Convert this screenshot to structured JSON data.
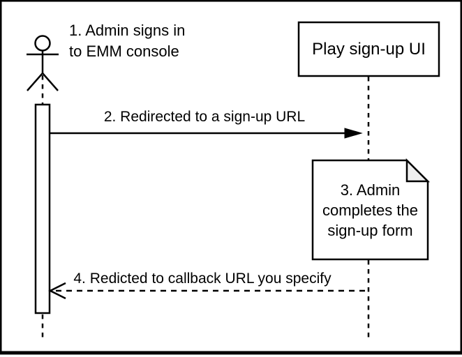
{
  "diagram_type": "uml-sequence-diagram",
  "labels": {
    "step1": "1. Admin signs in\nto EMM console",
    "msg2": "2. Redirected to a sign-up URL",
    "participant": "Play sign-up UI",
    "note3": "3. Admin\ncompletes the\nsign-up form",
    "msg4": "4. Redicted to callback URL you specify"
  },
  "icons": {
    "actor": "actor-stick-figure-icon",
    "arrow_solid": "filled-arrowhead-icon",
    "arrow_open": "open-chevron-arrowhead-icon"
  },
  "colors": {
    "stroke": "#000000",
    "background": "#ffffff",
    "note_fill": "#ffffff",
    "note_fold": "#eeeeee",
    "arrow_fill": "#000000"
  }
}
